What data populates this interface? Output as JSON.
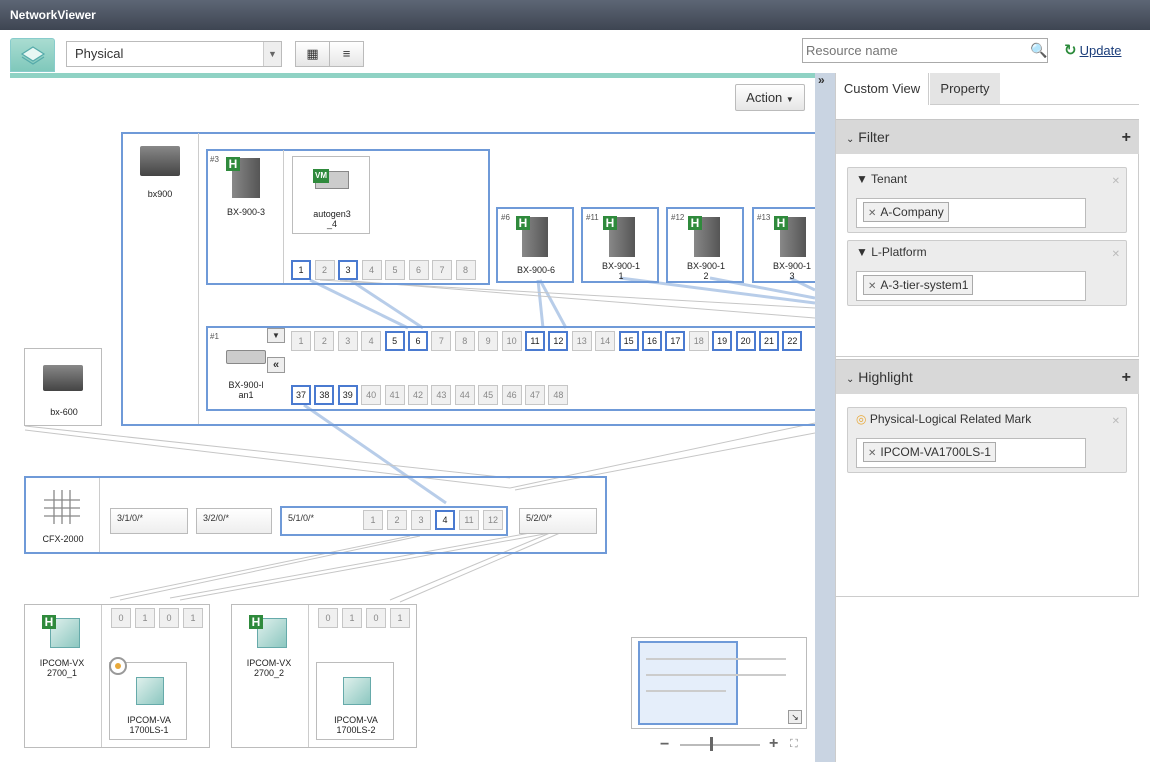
{
  "app": {
    "title": "NetworkViewer"
  },
  "toolbar": {
    "view_selected": "Physical",
    "search_placeholder": "Resource name",
    "update_label": "Update"
  },
  "canvas": {
    "action_label": "Action"
  },
  "panel": {
    "tabs": [
      {
        "label": "Custom View"
      },
      {
        "label": "Property"
      }
    ],
    "filter": {
      "title": "Filter",
      "items": [
        {
          "label": "Tenant",
          "tag": "A-Company"
        },
        {
          "label": "L-Platform",
          "tag": "A-3-tier-system1"
        }
      ]
    },
    "highlight": {
      "title": "Highlight",
      "items": [
        {
          "label": "Physical-Logical Related Mark",
          "tag": "IPCOM-VA1700LS-1"
        }
      ]
    }
  },
  "nodes": {
    "chassis_bx900": "bx900",
    "chassis_bx600": "bx-600",
    "blade3_index": "#3",
    "blade3": "BX-900-3",
    "vm": "autogen3\n_4",
    "blade6_index": "#6",
    "blade6": "BX-900-6",
    "blade11_index": "#11",
    "blade11": "BX-900-1\n1",
    "blade12_index": "#12",
    "blade12": "BX-900-1\n2",
    "blade13_index": "#13",
    "blade13": "BX-900-1\n3",
    "lan_index": "#1",
    "lan": "BX-900-l\nan1",
    "cfx": "CFX-2000",
    "ipcomvx1": "IPCOM-VX\n2700_1",
    "ipcomvx2": "IPCOM-VX\n2700_2",
    "ipcomva1": "IPCOM-VA\n1700LS-1",
    "ipcomva2": "IPCOM-VA\n1700LS-2",
    "ifc1": "3/1/0/*",
    "ifc2": "3/2/0/*",
    "ifc3": "5/1/0/*",
    "ifc4": "5/2/0/*"
  },
  "ports": {
    "vm": [
      "1",
      "2",
      "3",
      "4",
      "5",
      "6",
      "7",
      "8"
    ],
    "lan_top": [
      "1",
      "2",
      "3",
      "4",
      "5",
      "6",
      "7",
      "8",
      "9",
      "10",
      "11",
      "12",
      "13",
      "14",
      "15",
      "16",
      "17",
      "18",
      "19",
      "20",
      "21",
      "22"
    ],
    "lan_bottom": [
      "37",
      "38",
      "39",
      "40",
      "41",
      "42",
      "43",
      "44",
      "45",
      "46",
      "47",
      "48"
    ],
    "cfx": [
      "1",
      "2",
      "3",
      "4",
      "11",
      "12"
    ],
    "vx1": [
      "0",
      "1",
      "0",
      "1"
    ],
    "vx2": [
      "0",
      "1",
      "0",
      "1"
    ]
  },
  "icons": {
    "home": "network-layers-icon",
    "grid": "grid-view-icon",
    "list": "list-view-icon",
    "search": "search-icon",
    "update": "refresh-icon"
  },
  "colors": {
    "accent": "#8fd2c4",
    "port_active": "#4a7ad0",
    "link": "#b8cde9",
    "host_badge": "#2f8a3c"
  }
}
